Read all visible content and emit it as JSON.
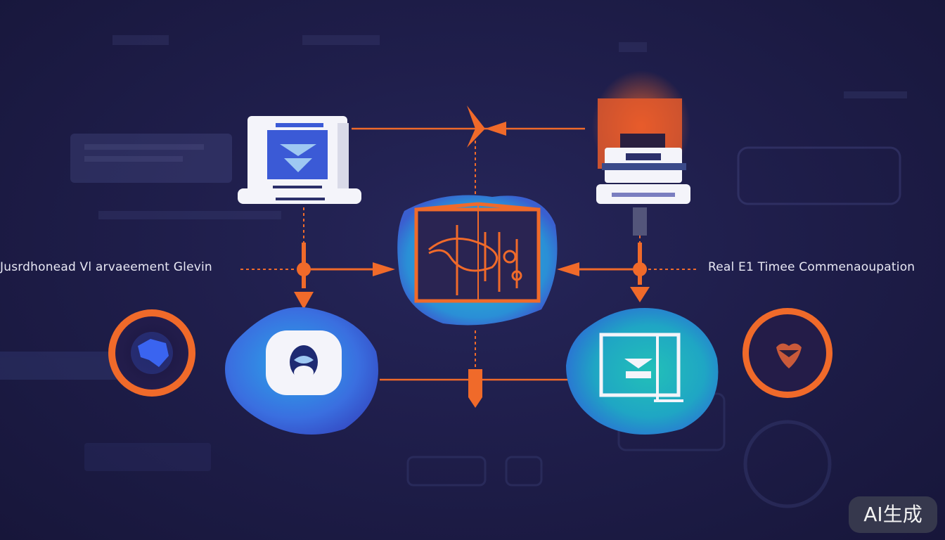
{
  "labels": {
    "left": "Jusrdhonead Vl arvaeement   Glevin",
    "right": "Real E1 Timee Commenaoupation"
  },
  "watermark": "AI生成",
  "colors": {
    "background": "#1d1c45",
    "connector": "#f06a2a",
    "accent_blue": "#3a6fe0",
    "accent_teal": "#26b3c4",
    "panel_dark": "#2a2452",
    "icon_white": "#f4f4fa"
  },
  "nodes": [
    {
      "id": "laptop-left",
      "icon": "laptop-icon"
    },
    {
      "id": "printer-right",
      "icon": "printer-icon"
    },
    {
      "id": "central-hub",
      "icon": "chart-panel-icon"
    },
    {
      "id": "blob-left",
      "icon": "security-badge-icon"
    },
    {
      "id": "blob-right",
      "icon": "document-icon"
    },
    {
      "id": "ring-left",
      "icon": "blue-shape-icon"
    },
    {
      "id": "ring-right",
      "icon": "heart-shape-icon"
    }
  ]
}
